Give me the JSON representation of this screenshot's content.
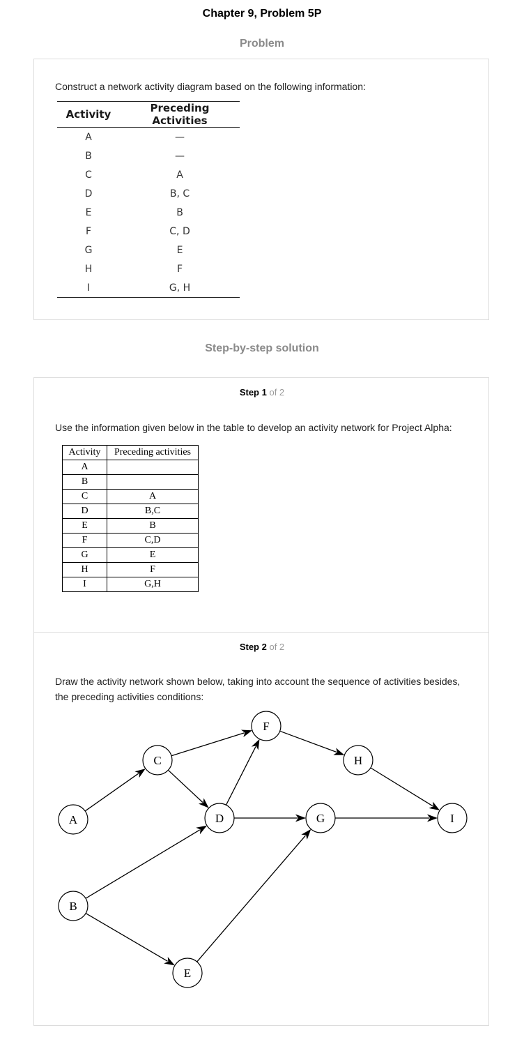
{
  "page_title": "Chapter 9, Problem 5P",
  "problem_heading": "Problem",
  "problem": {
    "instruction": "Construct a network activity diagram based on the following information:",
    "table": {
      "headers": [
        "Activity",
        "Preceding Activities"
      ],
      "rows": [
        [
          "A",
          "—"
        ],
        [
          "B",
          "—"
        ],
        [
          "C",
          "A"
        ],
        [
          "D",
          "B, C"
        ],
        [
          "E",
          "B"
        ],
        [
          "F",
          "C, D"
        ],
        [
          "G",
          "E"
        ],
        [
          "H",
          "F"
        ],
        [
          "I",
          "G, H"
        ]
      ]
    }
  },
  "solution_heading": "Step-by-step solution",
  "steps": [
    {
      "label": "Step 1",
      "of": "of 2",
      "text": "Use the information given below in the table to develop an activity network for Project Alpha:",
      "table": {
        "headers": [
          "Activity",
          "Preceding activities"
        ],
        "rows": [
          [
            "A",
            ""
          ],
          [
            "B",
            ""
          ],
          [
            "C",
            "A"
          ],
          [
            "D",
            "B,C"
          ],
          [
            "E",
            "B"
          ],
          [
            "F",
            "C,D"
          ],
          [
            "G",
            "E"
          ],
          [
            "H",
            "F"
          ],
          [
            "I",
            "G,H"
          ]
        ]
      }
    },
    {
      "label": "Step 2",
      "of": "of 2",
      "text": "Draw the activity network shown below, taking into account the sequence of activities besides, the preceding activities conditions:",
      "network": {
        "nodes": [
          "A",
          "B",
          "C",
          "D",
          "E",
          "F",
          "G",
          "H",
          "I"
        ],
        "edges": [
          [
            "A",
            "C"
          ],
          [
            "C",
            "F"
          ],
          [
            "C",
            "D"
          ],
          [
            "B",
            "D"
          ],
          [
            "B",
            "E"
          ],
          [
            "D",
            "F"
          ],
          [
            "D",
            "G"
          ],
          [
            "E",
            "G"
          ],
          [
            "F",
            "H"
          ],
          [
            "H",
            "I"
          ],
          [
            "G",
            "I"
          ]
        ]
      }
    }
  ]
}
